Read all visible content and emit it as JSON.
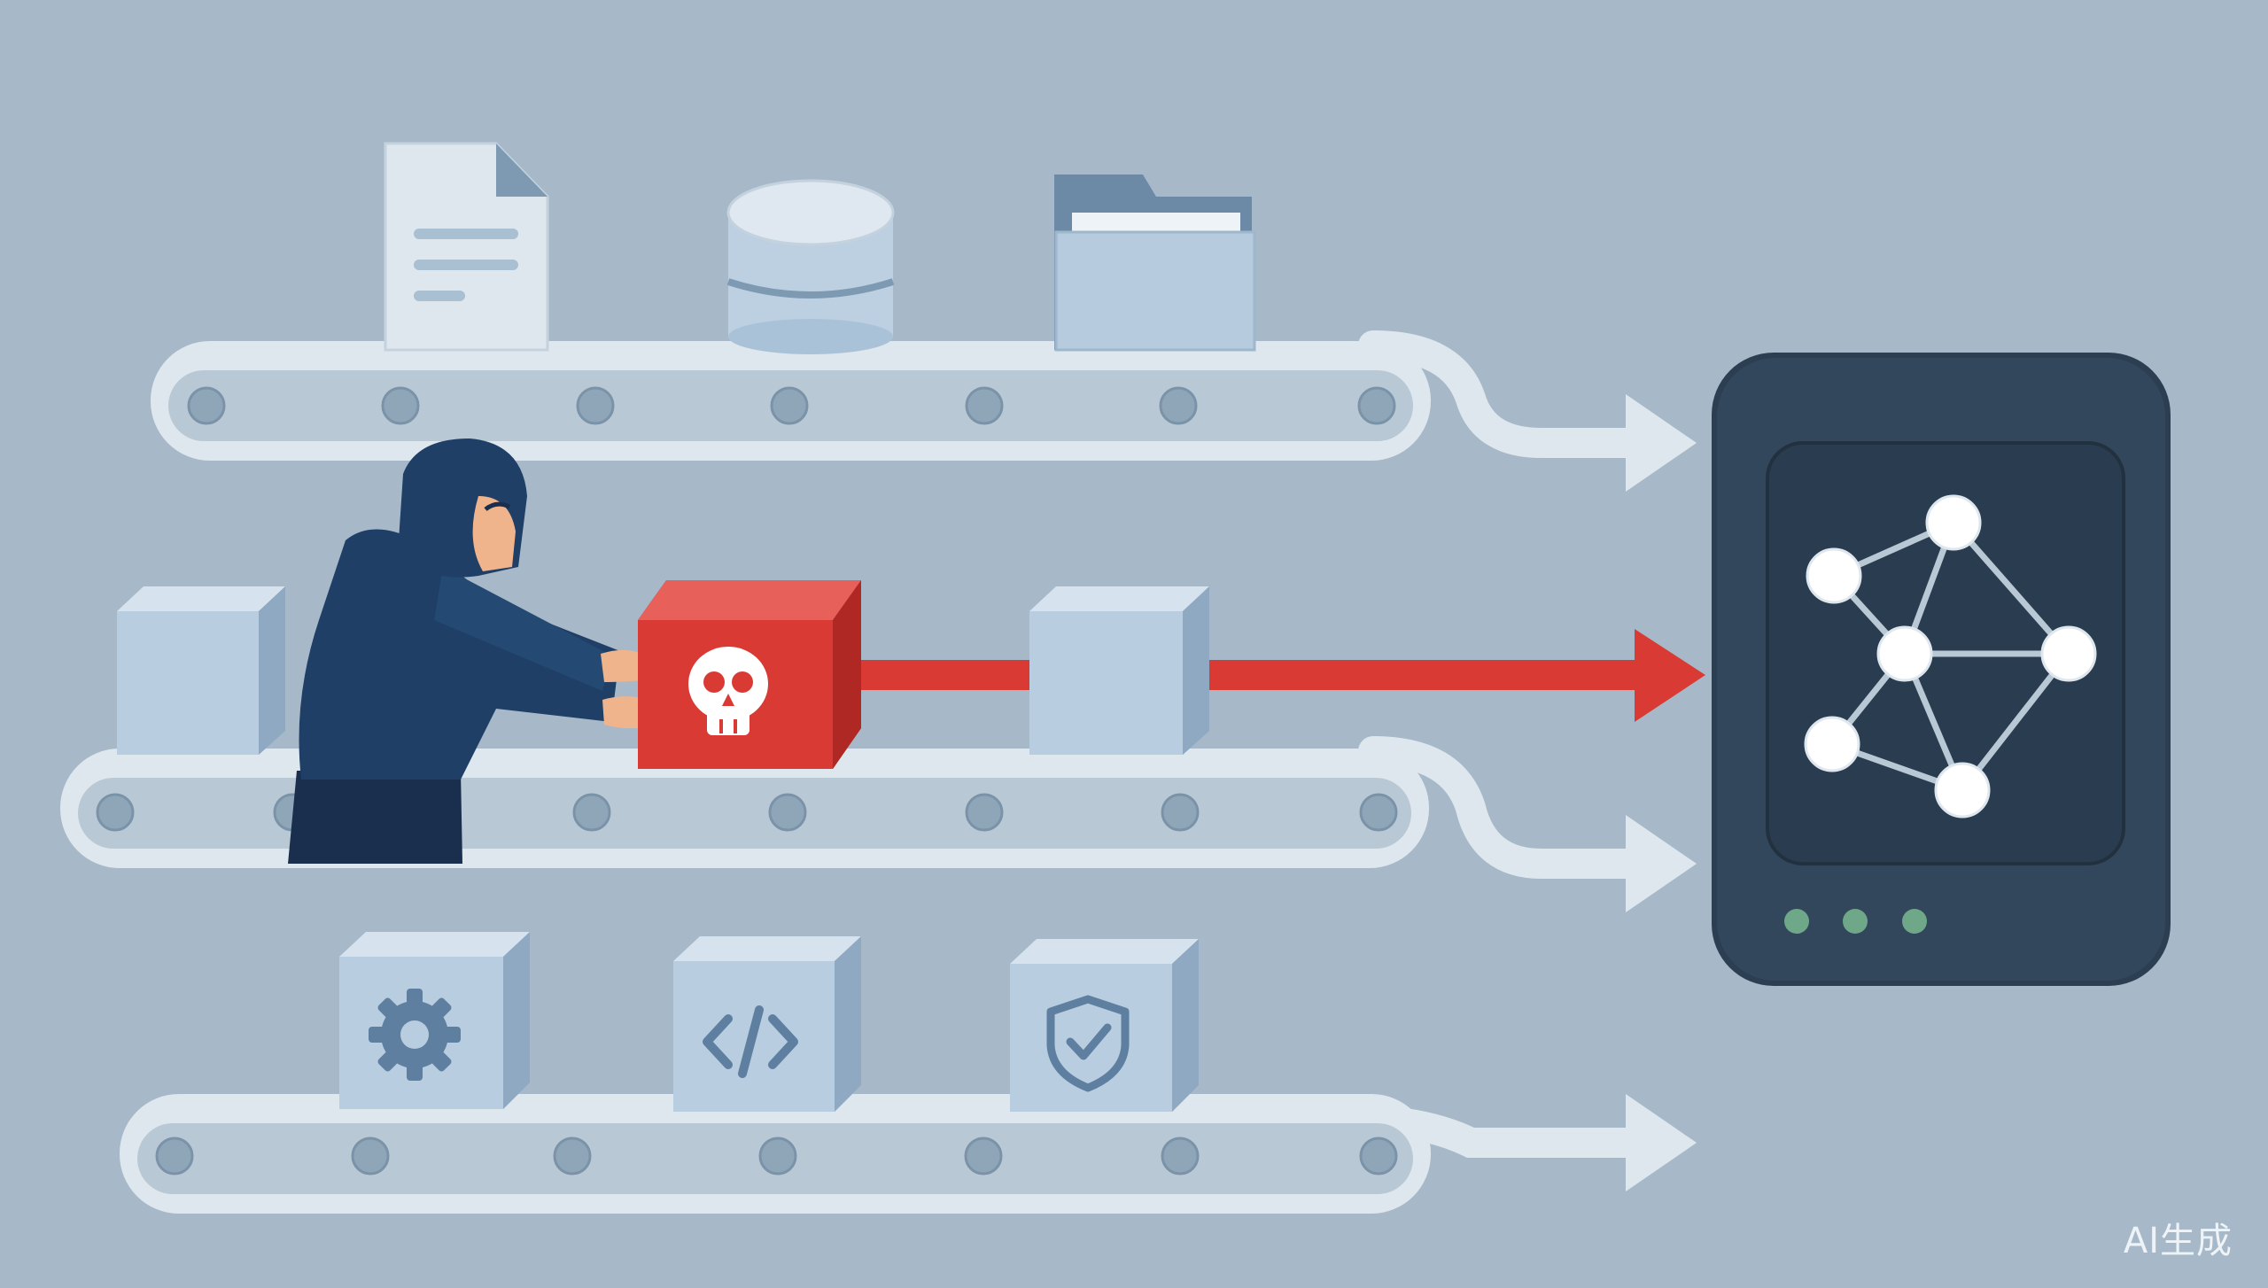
{
  "scene": {
    "colors": {
      "background": "#a7b9c8",
      "conveyor_light": "#dfe7ee",
      "conveyor_band": "#b9c8d5",
      "roller": "#8fa6b9",
      "cube_front": "#b8cde0",
      "cube_top": "#d6e3ef",
      "cube_side": "#9db6cc",
      "malicious_red": "#d93a33",
      "attacker_navy": "#1f3f66",
      "model_server": "#33475c",
      "server_screen": "#2a3c4f",
      "status_led": "#6fa888"
    },
    "conveyors": [
      {
        "id": "top",
        "items": [
          "document-icon",
          "database-icon",
          "folder-icon"
        ]
      },
      {
        "id": "middle",
        "items": [
          "plain-data-cube",
          "poisoned-cube",
          "plain-data-cube"
        ]
      },
      {
        "id": "bottom",
        "items": [
          "gear-icon",
          "code-icon",
          "shield-check-icon"
        ]
      }
    ],
    "injected_cube_icon": "skull-icon",
    "target_icon": "neural-network-icon",
    "status_leds": 3
  },
  "watermark": "AI生成"
}
